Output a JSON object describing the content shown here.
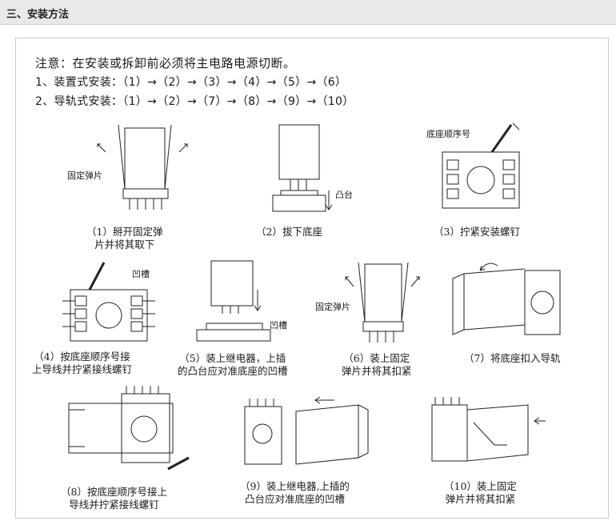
{
  "header": {
    "title": "三、安装方法"
  },
  "intro": {
    "note": "注意：在安装或拆卸前必须将主电路电源切断。",
    "line1": "1、装置式安装：（1）→（2）→（3）→（4）→（5）→（6）",
    "line2": "2、导轨式安装：（1）→（2）→（7）→（8）→（9）→（10）"
  },
  "labels": {
    "spring_clip": "固定弹片",
    "boss": "凸台",
    "base_order": "底座顺序号",
    "groove": "凹槽",
    "groove2": "凹槽",
    "spring_clip2": "固定弹片"
  },
  "steps": [
    {
      "line1": "（1）掰开固定弹",
      "line2": "片并将其取下"
    },
    {
      "line1": "（2）拔下底座",
      "line2": ""
    },
    {
      "line1": "（3）拧紧安装螺钉",
      "line2": ""
    },
    {
      "line1": "（4）按底座顺序号接",
      "line2": "上导线并拧紧接线螺钉"
    },
    {
      "line1": "（5）装上继电器，上插",
      "line2": "的凸台应对准底座的凹槽"
    },
    {
      "line1": "（6）装上固定",
      "line2": "弹片并将其扣紧"
    },
    {
      "line1": "（7）将底座扣入导轨",
      "line2": ""
    },
    {
      "line1": "（8）按底座顺序号接上",
      "line2": "导线并拧紧接线螺钉"
    },
    {
      "line1": "（9）装上继电器,上插的",
      "line2": "凸台应对准底座的凹槽"
    },
    {
      "line1": "（10）装上固定",
      "line2": "弹片并将其扣紧"
    }
  ]
}
